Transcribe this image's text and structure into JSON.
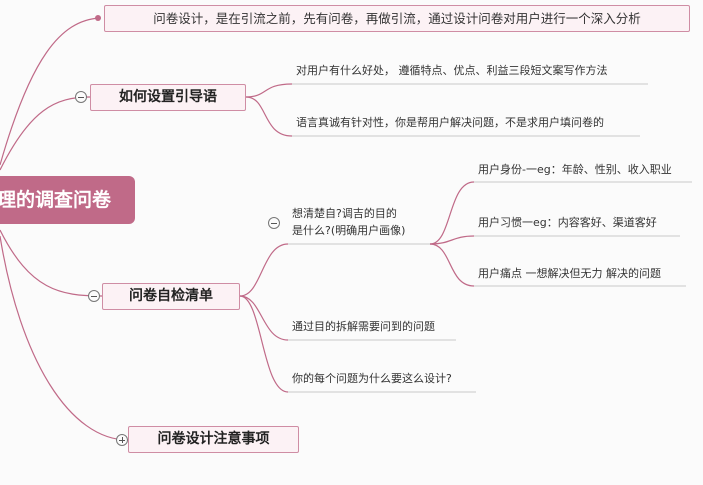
{
  "root": {
    "label": "理的调查问卷"
  },
  "top_note": {
    "text": "问卷设计，是在引流之前，先有问卷，再做引流，通过设计问卷对用户进行一个深入分析"
  },
  "branches": {
    "guide": {
      "label": "如何设置引导语",
      "leaves": [
        "对用户有什么好处，  遵循特点、优点、利益三段短文案写作方法",
        "语言真诚有针对性，你是帮用户解决问题，不是求用户填问卷的"
      ]
    },
    "checklist": {
      "label": "问卷自检清单",
      "goal": {
        "line1": "想清楚自?调吉的目的",
        "line2": "是什么?(明确用户画像)",
        "children": [
          "用户身份-一eg：年龄、性别、收入职业",
          "用户习惯一eg：内容客好、渠道客好",
          "用户痛点 一想解决但无力 解决的问题"
        ]
      },
      "leaves": [
        "通过目的拆解需要问到的问题",
        "你的每个问题为什么要这么设计?"
      ]
    },
    "notes": {
      "label": "问卷设计注意事项"
    }
  },
  "colors": {
    "edge": "#c06a88",
    "root_fill": "#c06a88",
    "branch_fill": "#fcf2f5",
    "branch_border": "#cf8da4",
    "underline": "#c9c9c9"
  }
}
